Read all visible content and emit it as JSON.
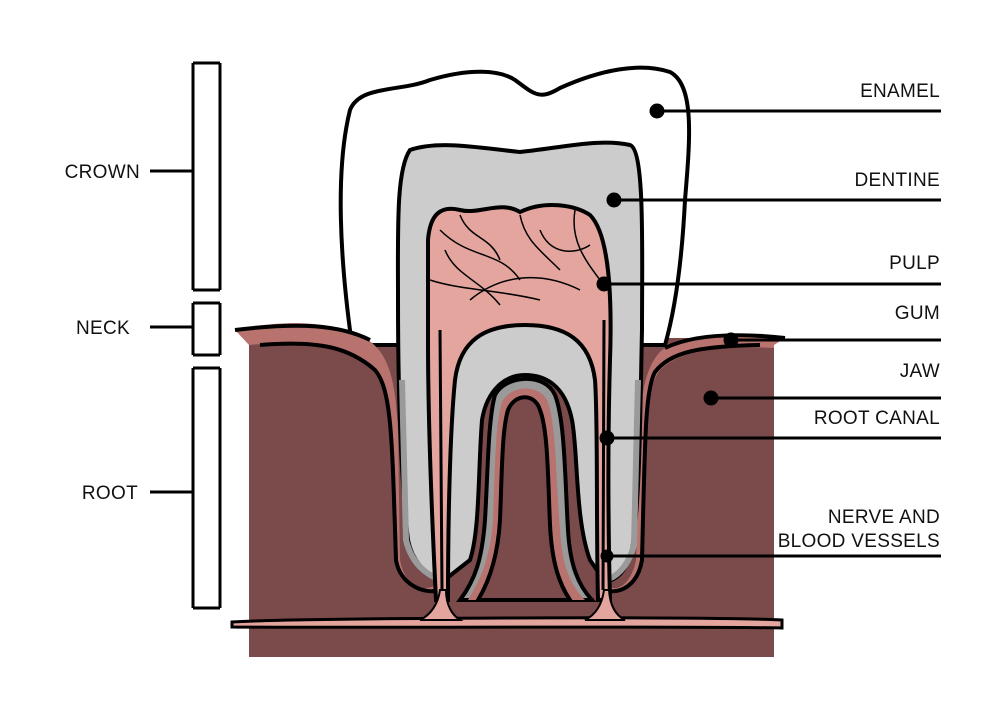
{
  "sections": [
    {
      "label": "CROWN"
    },
    {
      "label": "NECK"
    },
    {
      "label": "ROOT"
    }
  ],
  "parts": [
    {
      "label": "ENAMEL"
    },
    {
      "label": "DENTINE"
    },
    {
      "label": "PULP"
    },
    {
      "label": "GUM"
    },
    {
      "label": "JAW"
    },
    {
      "label": "ROOT CANAL"
    },
    {
      "label_line1": "NERVE AND",
      "label_line2": "BLOOD VESSELS"
    }
  ],
  "colors": {
    "jaw": "#7b4a4a",
    "gum": "#b8736f",
    "pulp": "#e3a59d",
    "dentine": "#cccccc",
    "cementum": "#9a9a9a",
    "enamel": "#ffffff"
  }
}
